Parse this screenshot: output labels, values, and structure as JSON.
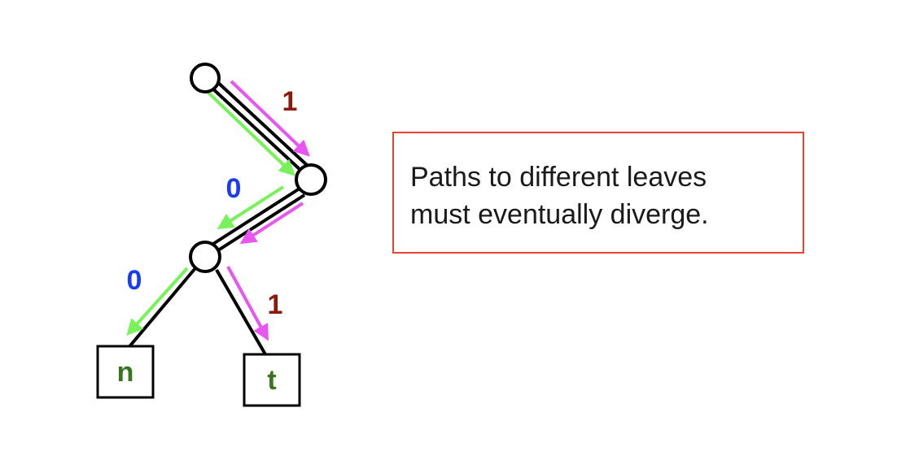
{
  "diagram": {
    "edge_labels": {
      "root_to_right": "1",
      "right_to_mid": "0",
      "mid_to_n": "0",
      "mid_to_t": "1"
    },
    "leaves": {
      "left": "n",
      "right": "t"
    },
    "callout": {
      "line1": "Paths to different leaves",
      "line2": "must eventually diverge."
    }
  },
  "colors": {
    "zero_label": "#1a3cf0",
    "one_label": "#8b1a0a",
    "zero_path": "#78f25a",
    "one_path": "#e855f0",
    "edge": "#000000",
    "leaf_text": "#38761d",
    "callout_border": "#ea4335"
  }
}
